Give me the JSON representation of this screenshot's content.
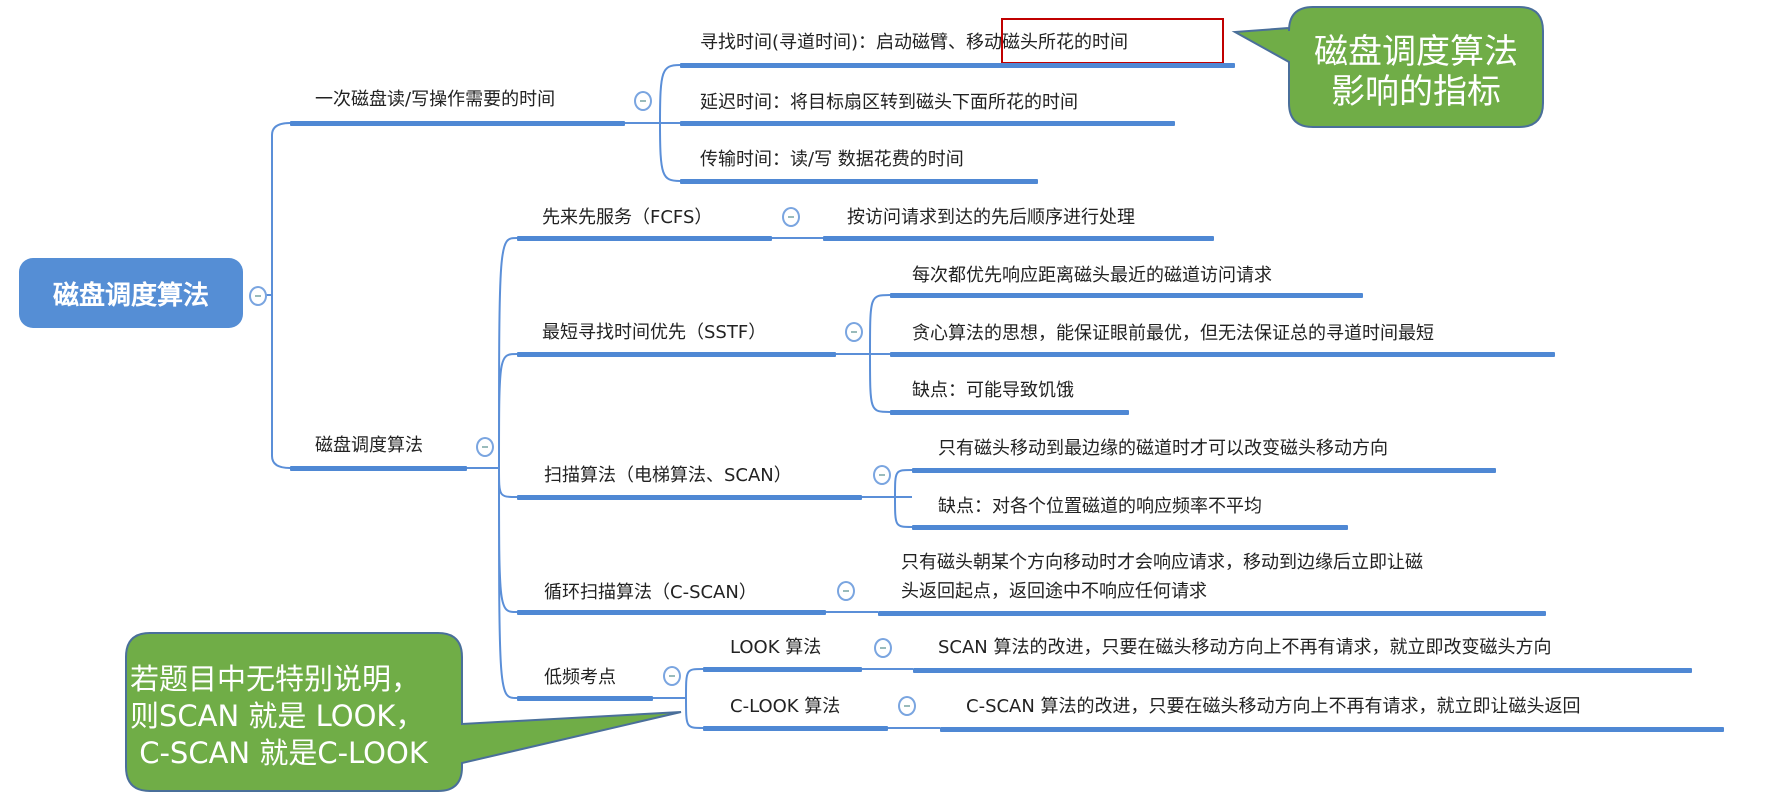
{
  "root": {
    "label": "磁盘调度算法"
  },
  "branch_time": {
    "label": "一次磁盘读/写操作需要的时间",
    "children": [
      {
        "label": "寻找时间(寻道时间)：启动磁臂、移动磁头所花的时间"
      },
      {
        "label": "延迟时间：将目标扇区转到磁头下面所花的时间"
      },
      {
        "label": "传输时间：读/写 数据花费的时间"
      }
    ]
  },
  "branch_algo": {
    "label": "磁盘调度算法",
    "fcfs": {
      "label": "先来先服务（FCFS）",
      "children": [
        "按访问请求到达的先后顺序进行处理"
      ]
    },
    "sstf": {
      "label": "最短寻找时间优先（SSTF）",
      "children": [
        "每次都优先响应距离磁头最近的磁道访问请求",
        "贪心算法的思想，能保证眼前最优，但无法保证总的寻道时间最短",
        "缺点：可能导致饥饿"
      ]
    },
    "scan": {
      "label": "扫描算法（电梯算法、SCAN）",
      "children": [
        "只有磁头移动到最边缘的磁道时才可以改变磁头移动方向",
        "缺点：对各个位置磁道的响应频率不平均"
      ]
    },
    "cscan": {
      "label": "循环扫描算法（C-SCAN）",
      "children": [
        "只有磁头朝某个方向移动时才会响应请求，移动到边缘后立即让磁",
        "头返回起点，返回途中不响应任何请求"
      ]
    },
    "low": {
      "label": "低频考点",
      "look": {
        "label": "LOOK 算法",
        "child": "SCAN 算法的改进，只要在磁头移动方向上不再有请求，就立即改变磁头方向"
      },
      "clook": {
        "label": "C-LOOK 算法",
        "child": "C-SCAN 算法的改进，只要在磁头移动方向上不再有请求，就立即让磁头返回"
      }
    }
  },
  "callout_metrics": {
    "lines": [
      "磁盘调度算法",
      "影响的指标"
    ]
  },
  "callout_look": {
    "lines": [
      "若题目中无特别说明，",
      "则SCAN 就是 LOOK，",
      " C-SCAN 就是C-LOOK"
    ]
  },
  "colors": {
    "accent": "#558ed5",
    "callout": "#70ad47",
    "highlight": "#c00000"
  }
}
